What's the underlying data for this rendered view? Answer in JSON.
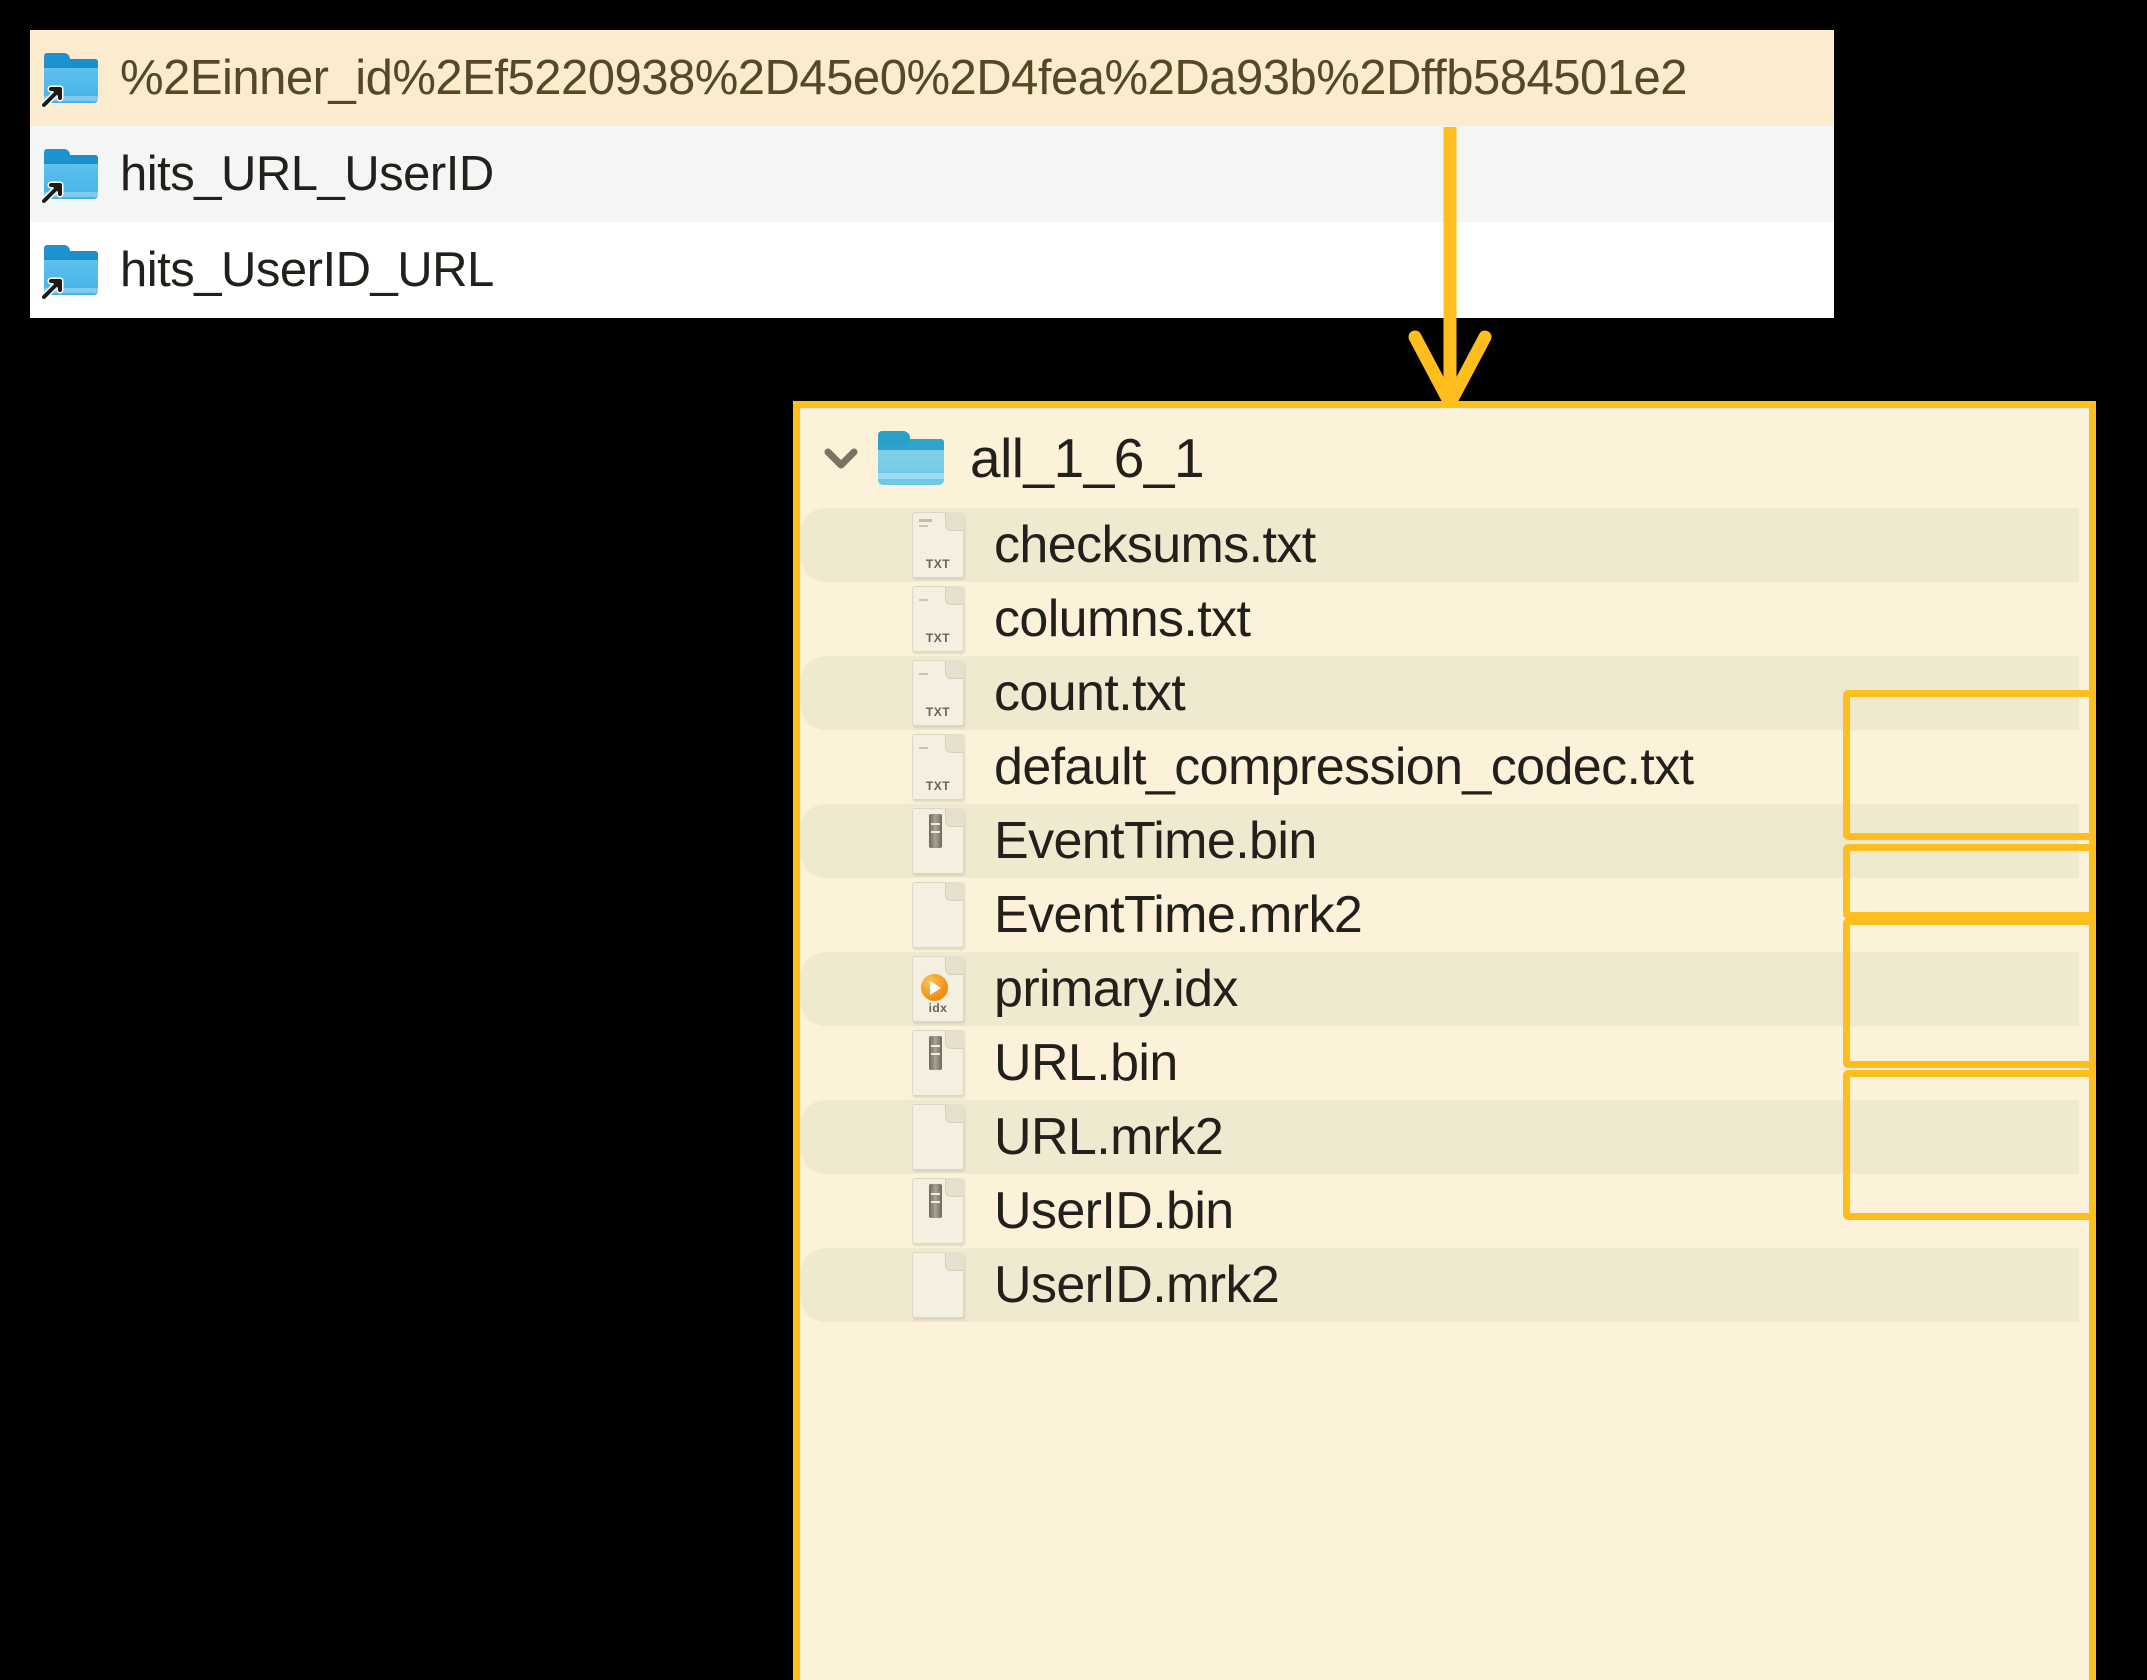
{
  "colors": {
    "highlight_border": "#ffbe1e",
    "panel_background": "#fcf1d9",
    "selected_row": "#fbeccd",
    "stripe_row": "#efe9d0",
    "folder_blue": "#45b3e8",
    "text": "#231f1a"
  },
  "top_panel": {
    "name": "symlink-folder-list",
    "rows": [
      {
        "label": "%2Einner_id%2Ef5220938%2D45e0%2D4fea%2Da93b%2Dffb584501e2",
        "icon": "folder-symlink-icon",
        "state": "selected"
      },
      {
        "label": "hits_URL_UserID",
        "icon": "folder-symlink-icon",
        "state": "alt"
      },
      {
        "label": "hits_UserID_URL",
        "icon": "folder-symlink-icon",
        "state": "plain"
      }
    ]
  },
  "connector": {
    "name": "arrow-down",
    "color": "#ffbe1e"
  },
  "main_panel": {
    "root": {
      "label": "all_1_6_1",
      "icon": "folder-icon",
      "chevron": "chevron-down-icon",
      "expanded": true
    },
    "files": [
      {
        "label": "checksums.txt",
        "icon": "txt-file-icon",
        "ext": "TXT",
        "stripe": true,
        "highlighted": false
      },
      {
        "label": "columns.txt",
        "icon": "txt-file-icon",
        "ext": "TXT",
        "stripe": false,
        "highlighted": false
      },
      {
        "label": "count.txt",
        "icon": "txt-file-icon",
        "ext": "TXT",
        "stripe": true,
        "highlighted": false
      },
      {
        "label": "default_compression_codec.txt",
        "icon": "txt-file-icon",
        "ext": "TXT",
        "stripe": false,
        "highlighted": false
      },
      {
        "label": "EventTime.bin",
        "icon": "binary-file-icon",
        "ext": "",
        "stripe": true,
        "highlighted": true
      },
      {
        "label": "EventTime.mrk2",
        "icon": "blank-file-icon",
        "ext": "",
        "stripe": false,
        "highlighted": true
      },
      {
        "label": "primary.idx",
        "icon": "index-file-icon",
        "ext": "idx",
        "stripe": true,
        "highlighted": true
      },
      {
        "label": "URL.bin",
        "icon": "binary-file-icon",
        "ext": "",
        "stripe": false,
        "highlighted": true
      },
      {
        "label": "URL.mrk2",
        "icon": "blank-file-icon",
        "ext": "",
        "stripe": true,
        "highlighted": true
      },
      {
        "label": "UserID.bin",
        "icon": "binary-file-icon",
        "ext": "",
        "stripe": false,
        "highlighted": true
      },
      {
        "label": "UserID.mrk2",
        "icon": "blank-file-icon",
        "ext": "",
        "stripe": true,
        "highlighted": true
      }
    ],
    "highlight_groups": [
      {
        "name": "eventtime-group",
        "files": [
          "EventTime.bin",
          "EventTime.mrk2"
        ]
      },
      {
        "name": "primary-idx-group",
        "files": [
          "primary.idx"
        ]
      },
      {
        "name": "url-group",
        "files": [
          "URL.bin",
          "URL.mrk2"
        ]
      },
      {
        "name": "userid-group",
        "files": [
          "UserID.bin",
          "UserID.mrk2"
        ]
      }
    ]
  }
}
